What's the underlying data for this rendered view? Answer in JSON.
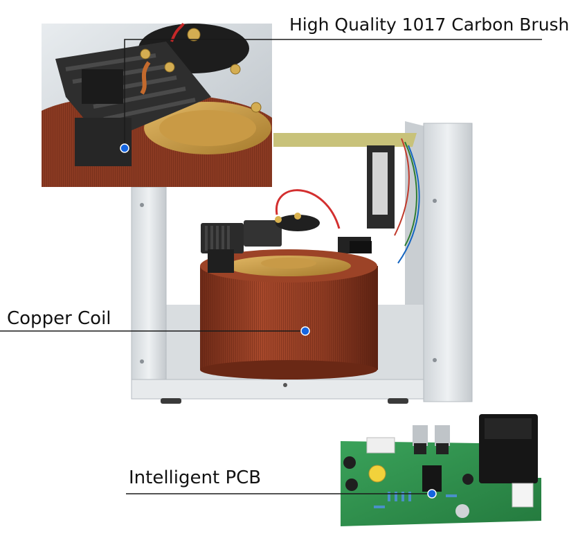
{
  "callouts": {
    "carbon_brush": "High Quality 1017 Carbon Brush",
    "copper_coil": "Copper Coil",
    "pcb": "Intelligent PCB"
  },
  "colors": {
    "leader_line": "#1a1a1a",
    "marker_dot": "#1565e0",
    "copper": "#8b3a22",
    "steel": "#dfe3e6",
    "pcb_green": "#2f8a4a"
  },
  "icons": {
    "marker": "blue-dot-marker"
  }
}
